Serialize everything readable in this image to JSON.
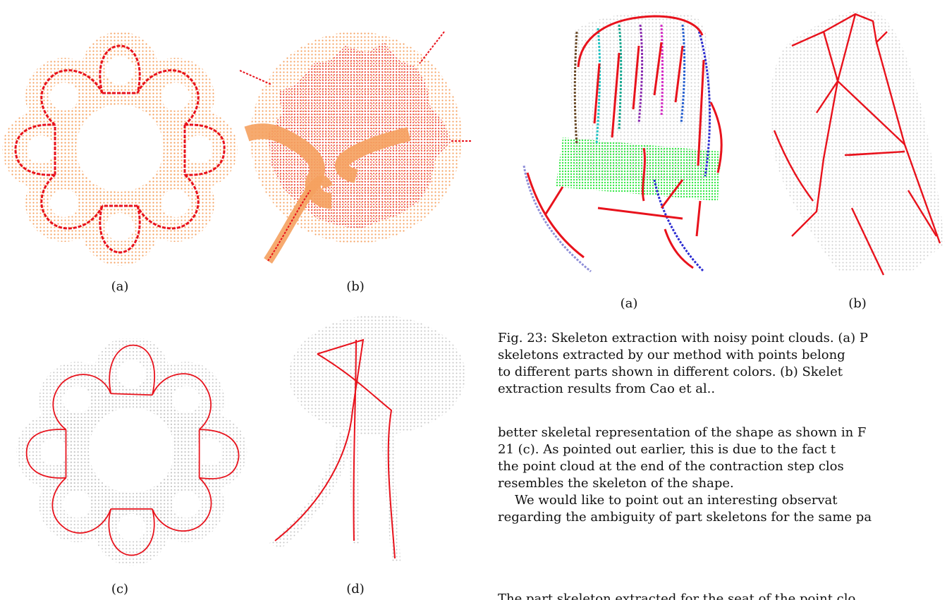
{
  "left_figure": {
    "labels": {
      "a": "(a)",
      "b": "(b)",
      "c": "(c)",
      "d": "(d)"
    }
  },
  "right_figure": {
    "labels": {
      "a": "(a)",
      "b": "(b)"
    },
    "caption_lines": [
      "Fig. 23: Skeleton extraction with noisy point clouds. (a) P",
      "skeletons extracted by our method with points belong",
      "to different parts shown in different colors. (b) Skelet",
      "extraction results from Cao et al.."
    ]
  },
  "body_text": {
    "lines": [
      "better skeletal representation of the shape as shown in F",
      "21 (c). As pointed out earlier, this is due to the fact t",
      "the point cloud at the end of the contraction step clos",
      "resembles the skeleton of the shape.",
      "We would like to point out an interesting observat",
      "regarding the ambiguity of part skeletons for the same pa",
      "The part skeleton extracted for the seat of the point clo"
    ]
  },
  "colors": {
    "orange_points": "#f5a15f",
    "red_skeleton": "#e8121c",
    "gray_points": "#c9c9c9",
    "green_seat": "#39e84a"
  }
}
